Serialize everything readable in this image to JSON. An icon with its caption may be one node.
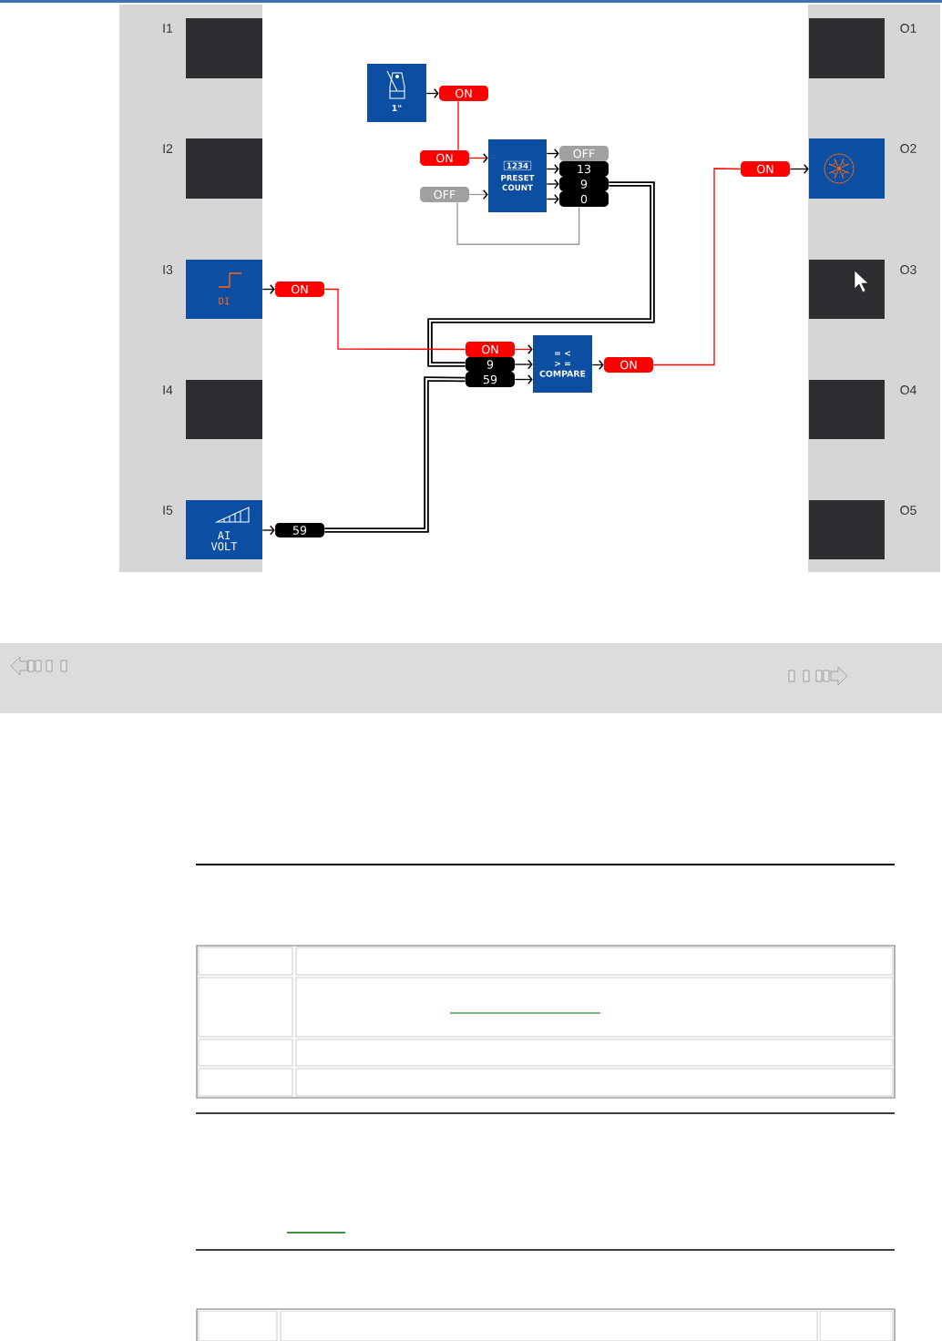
{
  "diagram": {
    "nodes": [
      {
        "text": [],
        "shape": "box",
        "beside": [
          "I1"
        ]
      },
      {
        "text": [],
        "shape": "box",
        "beside": [
          "I2"
        ]
      },
      {
        "text": [
          "DI"
        ],
        "beside": [
          "I3"
        ]
      },
      {
        "text": [],
        "shape": "box",
        "beside": [
          "I4"
        ]
      },
      {
        "text": [
          "AI VOLT"
        ],
        "beside": [
          "I5"
        ]
      },
      {
        "text": [
          "1\""
        ]
      },
      {
        "text": [
          "ON"
        ]
      },
      {
        "text": [
          "ON"
        ]
      },
      {
        "text": [
          "OFF"
        ]
      },
      {
        "text": [
          "1234",
          "PRESET COUNT"
        ]
      },
      {
        "text": [
          "OFF"
        ]
      },
      {
        "text": [
          "13"
        ]
      },
      {
        "text": [
          "9"
        ]
      },
      {
        "text": [
          "0"
        ]
      },
      {
        "text": [
          "ON"
        ]
      },
      {
        "text": [
          "ON"
        ]
      },
      {
        "text": [
          "9"
        ]
      },
      {
        "text": [
          "59"
        ]
      },
      {
        "text": [
          "= <",
          "> =",
          "COMPARE"
        ]
      },
      {
        "text": [
          "ON"
        ]
      },
      {
        "text": [
          "59"
        ]
      },
      {
        "text": [],
        "shape": "box",
        "beside": [
          "O1"
        ]
      },
      {
        "text": [
          "ON"
        ]
      },
      {
        "text": [],
        "shape": "box",
        "beside": [
          "O2"
        ]
      },
      {
        "text": [],
        "shape": "box",
        "beside": [
          "O3"
        ]
      },
      {
        "text": [],
        "shape": "box",
        "beside": [
          "O4"
        ]
      },
      {
        "text": [],
        "shape": "box",
        "beside": [
          "O5"
        ]
      }
    ],
    "edges": [
      {
        "from": 5,
        "to": 6,
        "arrow": "to"
      },
      {
        "from": 6,
        "to": 7,
        "arrow": "none",
        "color": "#ff0000"
      },
      {
        "from": 7,
        "to": 9,
        "arrow": "to",
        "color": "#ff0000"
      },
      {
        "from": 8,
        "to": 9,
        "arrow": "to",
        "color": "#999999"
      },
      {
        "from": 9,
        "to": 10,
        "arrow": "to"
      },
      {
        "from": 9,
        "to": 11,
        "arrow": "to"
      },
      {
        "from": 9,
        "to": 12,
        "arrow": "to"
      },
      {
        "from": 9,
        "to": 13,
        "arrow": "to"
      },
      {
        "from": 13,
        "to": 8,
        "arrow": "none",
        "color": "#999999"
      },
      {
        "from": 12,
        "to": 16,
        "arrow": "none",
        "style": "thick"
      },
      {
        "from": 2,
        "to": 14,
        "arrow": "to"
      },
      {
        "from": 14,
        "to": 15,
        "arrow": "none",
        "color": "#ff0000"
      },
      {
        "from": 15,
        "to": 18,
        "arrow": "to",
        "color": "#ff0000"
      },
      {
        "from": 16,
        "to": 18,
        "arrow": "to"
      },
      {
        "from": 17,
        "to": 18,
        "arrow": "to"
      },
      {
        "from": 20,
        "to": 17,
        "arrow": "none",
        "style": "thick"
      },
      {
        "from": 4,
        "to": 20,
        "arrow": "to"
      },
      {
        "from": 18,
        "to": 19,
        "arrow": "to"
      },
      {
        "from": 19,
        "to": 22,
        "arrow": "none",
        "color": "#ff0000"
      },
      {
        "from": 22,
        "to": 23,
        "arrow": "to"
      }
    ]
  }
}
